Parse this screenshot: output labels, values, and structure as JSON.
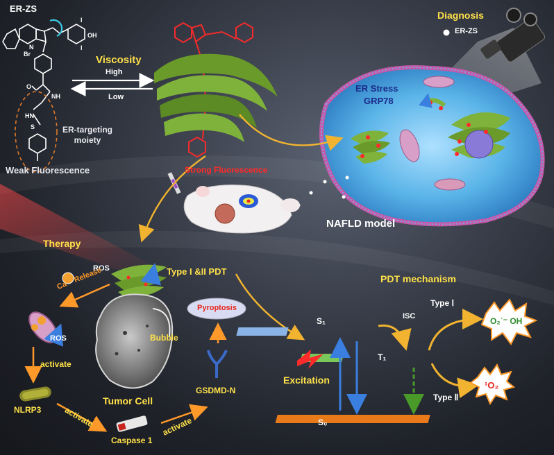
{
  "top": {
    "probe_name": "ER-ZS",
    "viscosity_label": "Viscosity",
    "high_label": "High",
    "low_label": "Low",
    "er_targeting_label": "ER-targeting\nmoiety",
    "weak_fluorescence": "Weak Fluorescence",
    "strong_fluorescence": "Strong Fluorescence",
    "diagnosis_label": "Diagnosis",
    "legend_dot_label": "ER-ZS",
    "er_stress_label": "ER Stress",
    "grp78_label": "GRP78",
    "nafld_label": "NAFLD model",
    "br_label": "Br",
    "nh_label": "NH",
    "n_label": "N",
    "o_label": "O",
    "hn_label": "HN",
    "s_label": "S",
    "oh_label": "OH",
    "i_label": "I"
  },
  "therapy": {
    "therapy_label": "Therapy",
    "ros_top": "ROS",
    "type_pdt": "Type I &II PDT",
    "ca_release": "Ca²⁺ Release",
    "ros_mito": "ROS",
    "activate_1": "activate",
    "nlrp3": "NLRP3",
    "activate_2": "activate",
    "caspase": "Caspase 1",
    "activate_3": "activate",
    "gsdmd": "GSDMD-N",
    "pyroptosis": "Pyroptosis",
    "bubble": "Bubble",
    "tumor_cell": "Tumor Cell"
  },
  "mechanism": {
    "title": "PDT mechanism",
    "s1": "S₁",
    "isc": "ISC",
    "t1": "T₁",
    "s0": "S₀",
    "excitation": "Excitation",
    "type1": "Type Ⅰ",
    "type2": "Type Ⅱ",
    "radicals": "O₂˙⁻ OH",
    "singlet_oxygen": "¹O₂"
  },
  "colors": {
    "yellow": "#ffe14a",
    "orange": "#ff9a2a",
    "red": "#e8241c",
    "cell_blue": "#5ab4e8",
    "er_green": "#6a9a2a"
  }
}
